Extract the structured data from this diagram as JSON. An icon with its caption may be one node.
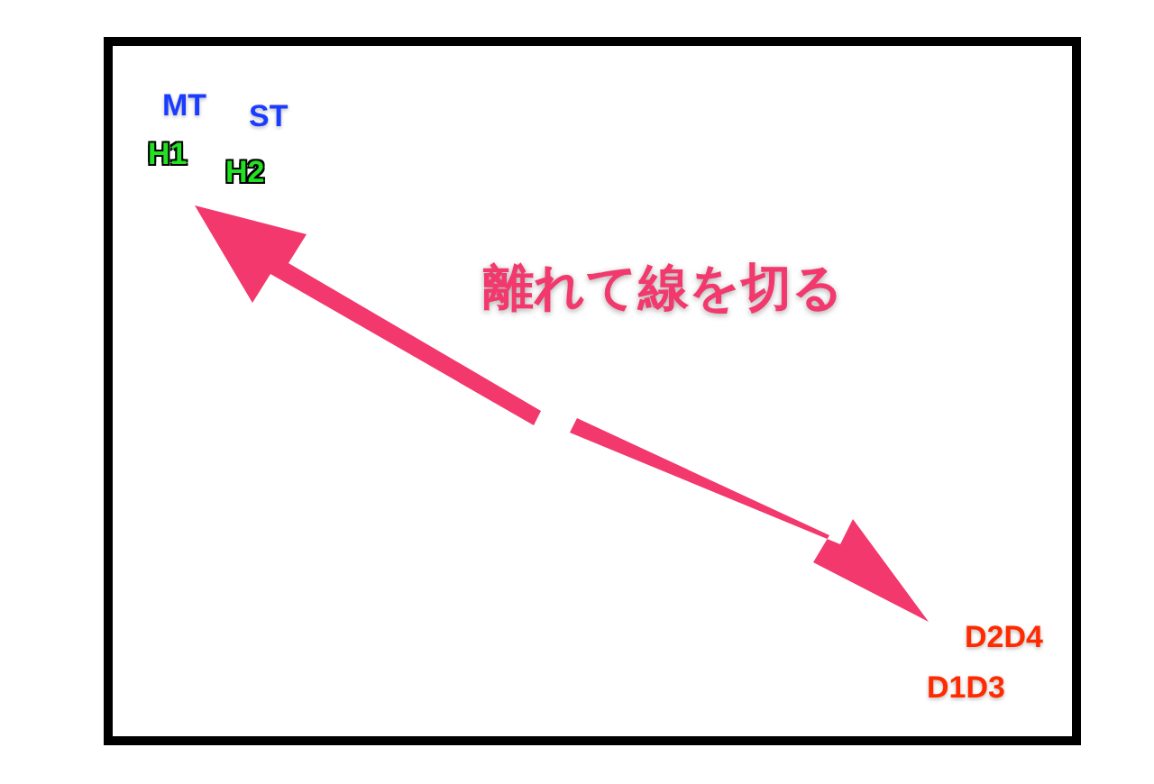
{
  "diagram": {
    "labels": [
      "MT",
      "ST",
      "H1",
      "H2",
      "離れて線を切る",
      "D2D4",
      "D1D3"
    ]
  }
}
